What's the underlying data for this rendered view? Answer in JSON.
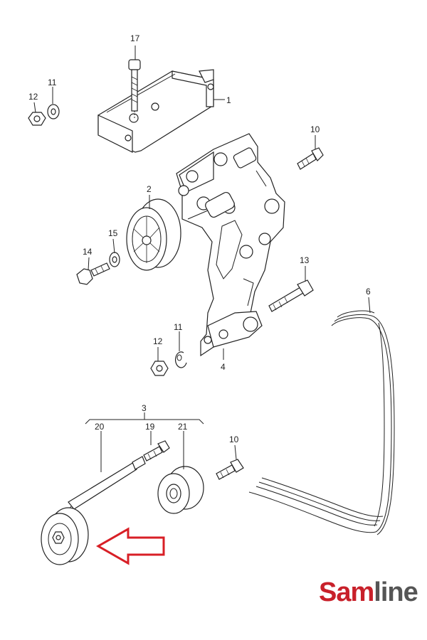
{
  "callouts": {
    "p1": "1",
    "p2": "2",
    "p3": "3",
    "p4": "4",
    "p6": "6",
    "p10a": "10",
    "p10b": "10",
    "p11a": "11",
    "p11b": "11",
    "p12a": "12",
    "p12b": "12",
    "p13": "13",
    "p14": "14",
    "p15": "15",
    "p17": "17",
    "p19": "19",
    "p20": "20",
    "p21": "21"
  },
  "logo": {
    "part_a": "Sam",
    "part_b": "line"
  },
  "highlight": {
    "arrow_color": "#d81f26",
    "target_part": "20"
  }
}
